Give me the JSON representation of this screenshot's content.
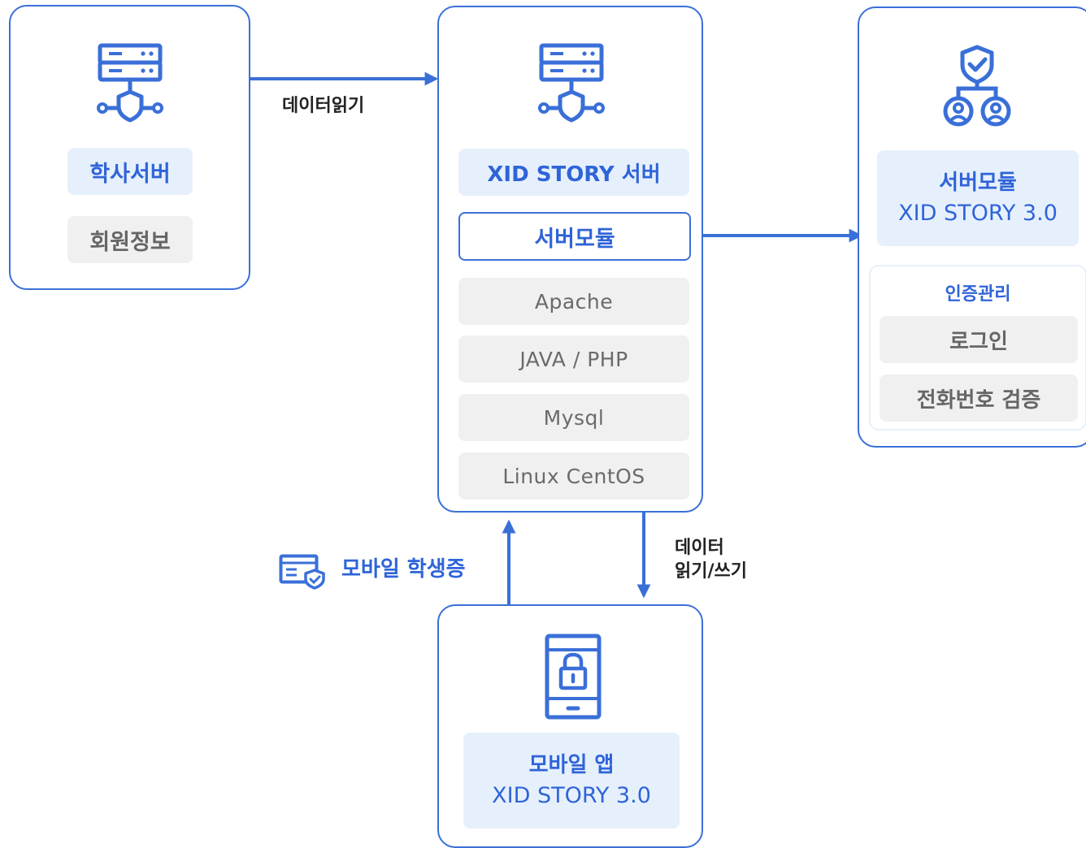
{
  "academic_server": {
    "icon": "server-shield-icon",
    "title": "학사서버",
    "item": "회원정보"
  },
  "xid_server": {
    "icon": "server-shield-icon",
    "title": "XID STORY 서버",
    "module": "서버모듈",
    "stack": [
      "Apache",
      "JAVA / PHP",
      "Mysql",
      "Linux CentOS"
    ]
  },
  "server_module": {
    "icon": "users-shield-icon",
    "title_line1": "서버모듈",
    "title_line2": "XID STORY 3.0",
    "auth_title": "인증관리",
    "auth_items": [
      "로그인",
      "전화번호 검증"
    ]
  },
  "mobile_app": {
    "icon": "phone-lock-icon",
    "title_line1": "모바일 앱",
    "title_line2": "XID STORY 3.0"
  },
  "edges": {
    "read_data": "데이터읽기",
    "read_write_line1": "데이터",
    "read_write_line2": "읽기/쓰기",
    "mobile_id": "모바일 학생증"
  },
  "colors": {
    "accent": "#3a6fd8",
    "accent_text": "#2f64d8",
    "pill_blue": "#e6f0fc",
    "pill_gray": "#f0f0f0"
  }
}
